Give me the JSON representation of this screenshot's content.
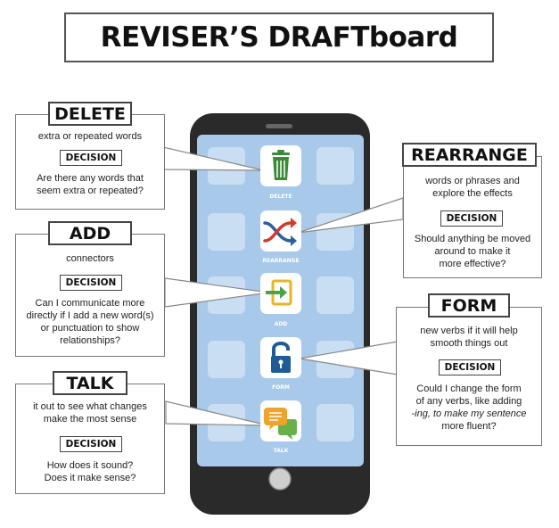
{
  "title": "REVISER’S DRAFTboard",
  "decision_label": "DECISION",
  "callouts": {
    "delete": {
      "heading": "DELETE",
      "description": "extra or repeated words",
      "question_lines": [
        "Are there any words that",
        "seem extra or repeated?"
      ]
    },
    "add": {
      "heading": "ADD",
      "description": "connectors",
      "question_lines": [
        "Can I communicate more",
        "directly if I add a new word(s)",
        "or punctuation to show",
        "relationships?"
      ]
    },
    "talk": {
      "heading": "TALK",
      "description_lines": [
        "it out to see what changes",
        "make the most sense"
      ],
      "question_lines": [
        "How does it sound?",
        "Does it make sense?"
      ]
    },
    "rearrange": {
      "heading": "REARRANGE",
      "description_lines": [
        "words or phrases and",
        "explore the effects"
      ],
      "question_lines": [
        "Should anything be moved",
        "around to make it",
        "more effective?"
      ]
    },
    "form": {
      "heading": "FORM",
      "description_lines": [
        "new verbs if it will help",
        "smooth things out"
      ],
      "question_lines": [
        "Could I change the form",
        "of any verbs, like adding",
        "-ing, to make my sentence",
        "more fluent?"
      ]
    }
  },
  "apps": {
    "delete": {
      "label": "DELETE",
      "icon": "trash-can-icon"
    },
    "rearrange": {
      "label": "REARRANGE",
      "icon": "shuffle-arrows-icon"
    },
    "add": {
      "label": "ADD",
      "icon": "enter-arrow-icon"
    },
    "form": {
      "label": "FORM",
      "icon": "unlocked-padlock-icon"
    },
    "talk": {
      "label": "TALK",
      "icon": "speech-bubbles-icon"
    }
  },
  "colors": {
    "phone_body": "#2a2a2a",
    "screen": "#a9c9ea",
    "placeholder_tile": "#c9def2",
    "app_tile": "#ffffff",
    "trash_green": "#3b8a3a",
    "shuffle_red": "#d23a2a",
    "shuffle_blue": "#2a5f9e",
    "add_green": "#4aa347",
    "add_yellow": "#e8b423",
    "lock_blue": "#1f5b96",
    "talk_orange": "#f0a32a",
    "talk_green": "#67b04a"
  }
}
